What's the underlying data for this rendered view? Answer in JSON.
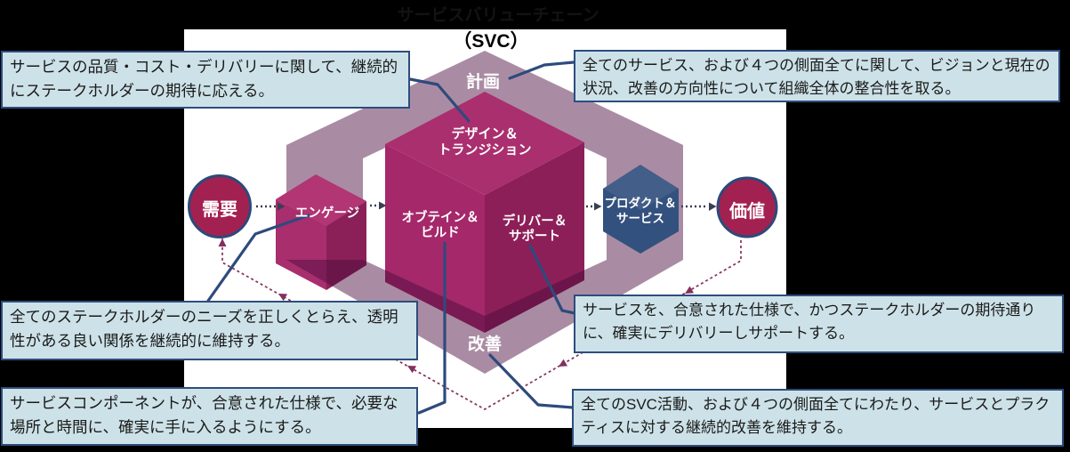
{
  "title": {
    "faint_header": "サービスバリューチェーン",
    "svc": "（SVC）"
  },
  "diagram": {
    "plan": "計画",
    "improve": "改善",
    "demand": "需要",
    "value": "価値",
    "engage": "エンゲージ",
    "design_transition": "デザイン＆\nトランジション",
    "obtain_build": "オブテイン＆\nビルド",
    "deliver_support": "デリバー＆\nサポート",
    "products_services": "プロダクト＆\nサービス"
  },
  "callouts": {
    "top_left": "サービスの品質・コスト・デリバリーに関して、継続的にステークホルダーの期待に応える。",
    "top_right": "全てのサービス、および４つの側面全てに関して、ビジョンと現在の状況、改善の方向性について組織全体の整合性を取る。",
    "mid_left": "全てのステークホルダーのニーズを正しくとらえ、透明性がある良い関係を継続的に維持する。",
    "mid_right": "サービスを、合意された仕様で、かつステークホルダーの期待通りに、確実にデリバリーしサポートする。",
    "bottom_left": "サービスコンポーネントが、合意された仕様で、必要な場所と時間に、確実に手に入るようにする。",
    "bottom_right": "全てのSVC活動、および４つの側面全てにわたり、サービスとプラクティスに対する継続的改善を維持する。"
  },
  "colors": {
    "background": "#000000",
    "panel": "#ffffff",
    "callout_bg": "#cde2e8",
    "callout_border": "#2d4d7d",
    "band_mauve": "#a88ba3",
    "cube_top": "#aa2f6e",
    "cube_left": "#a5286b",
    "cube_right": "#8d1f58",
    "node_crimson": "#a32150",
    "hexagon_navy": "#33517e",
    "connector_navy": "#2e4a7c",
    "feedback_maroon": "#82305c",
    "flow_arrow": "#3a3f52"
  }
}
